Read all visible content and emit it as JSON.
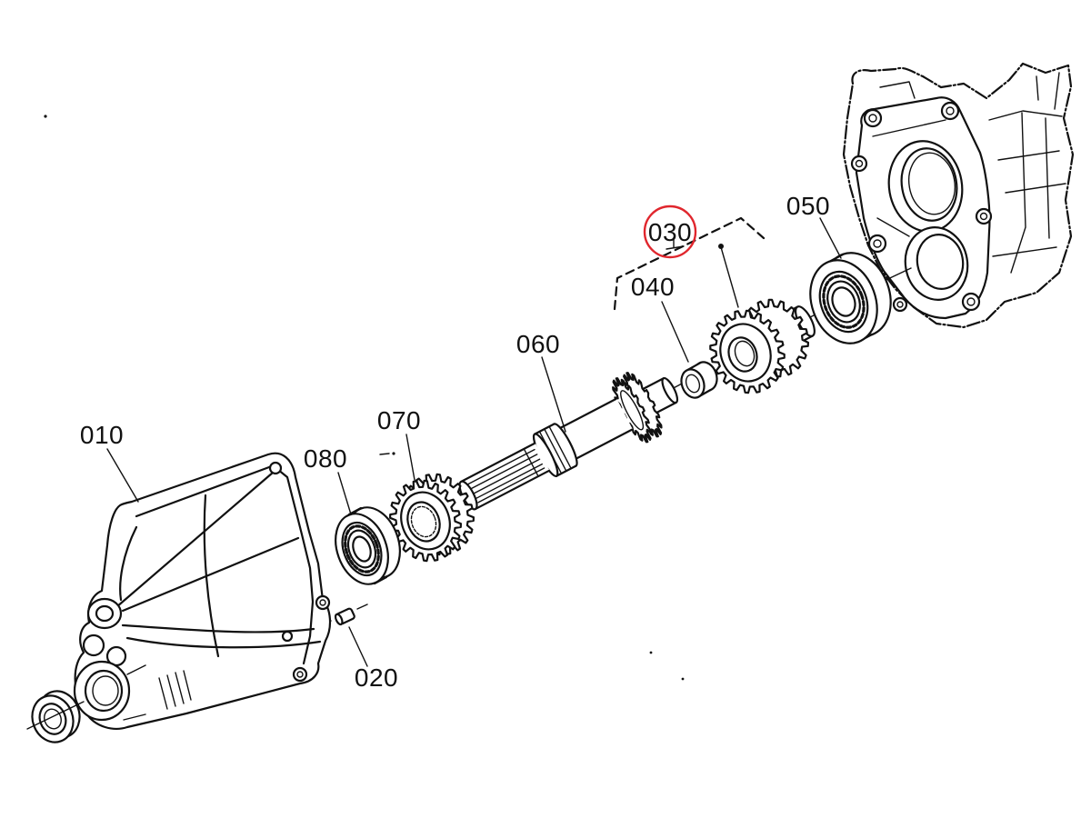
{
  "colors": {
    "ink": "#111111",
    "highlight": "#e0262d",
    "background": "#ffffff"
  },
  "callouts": [
    {
      "label": "010",
      "circled": false
    },
    {
      "label": "020",
      "circled": false
    },
    {
      "label": "030",
      "circled": true
    },
    {
      "label": "040",
      "circled": false
    },
    {
      "label": "050",
      "circled": false
    },
    {
      "label": "060",
      "circled": false
    },
    {
      "label": "070",
      "circled": false
    },
    {
      "label": "080",
      "circled": false
    }
  ]
}
